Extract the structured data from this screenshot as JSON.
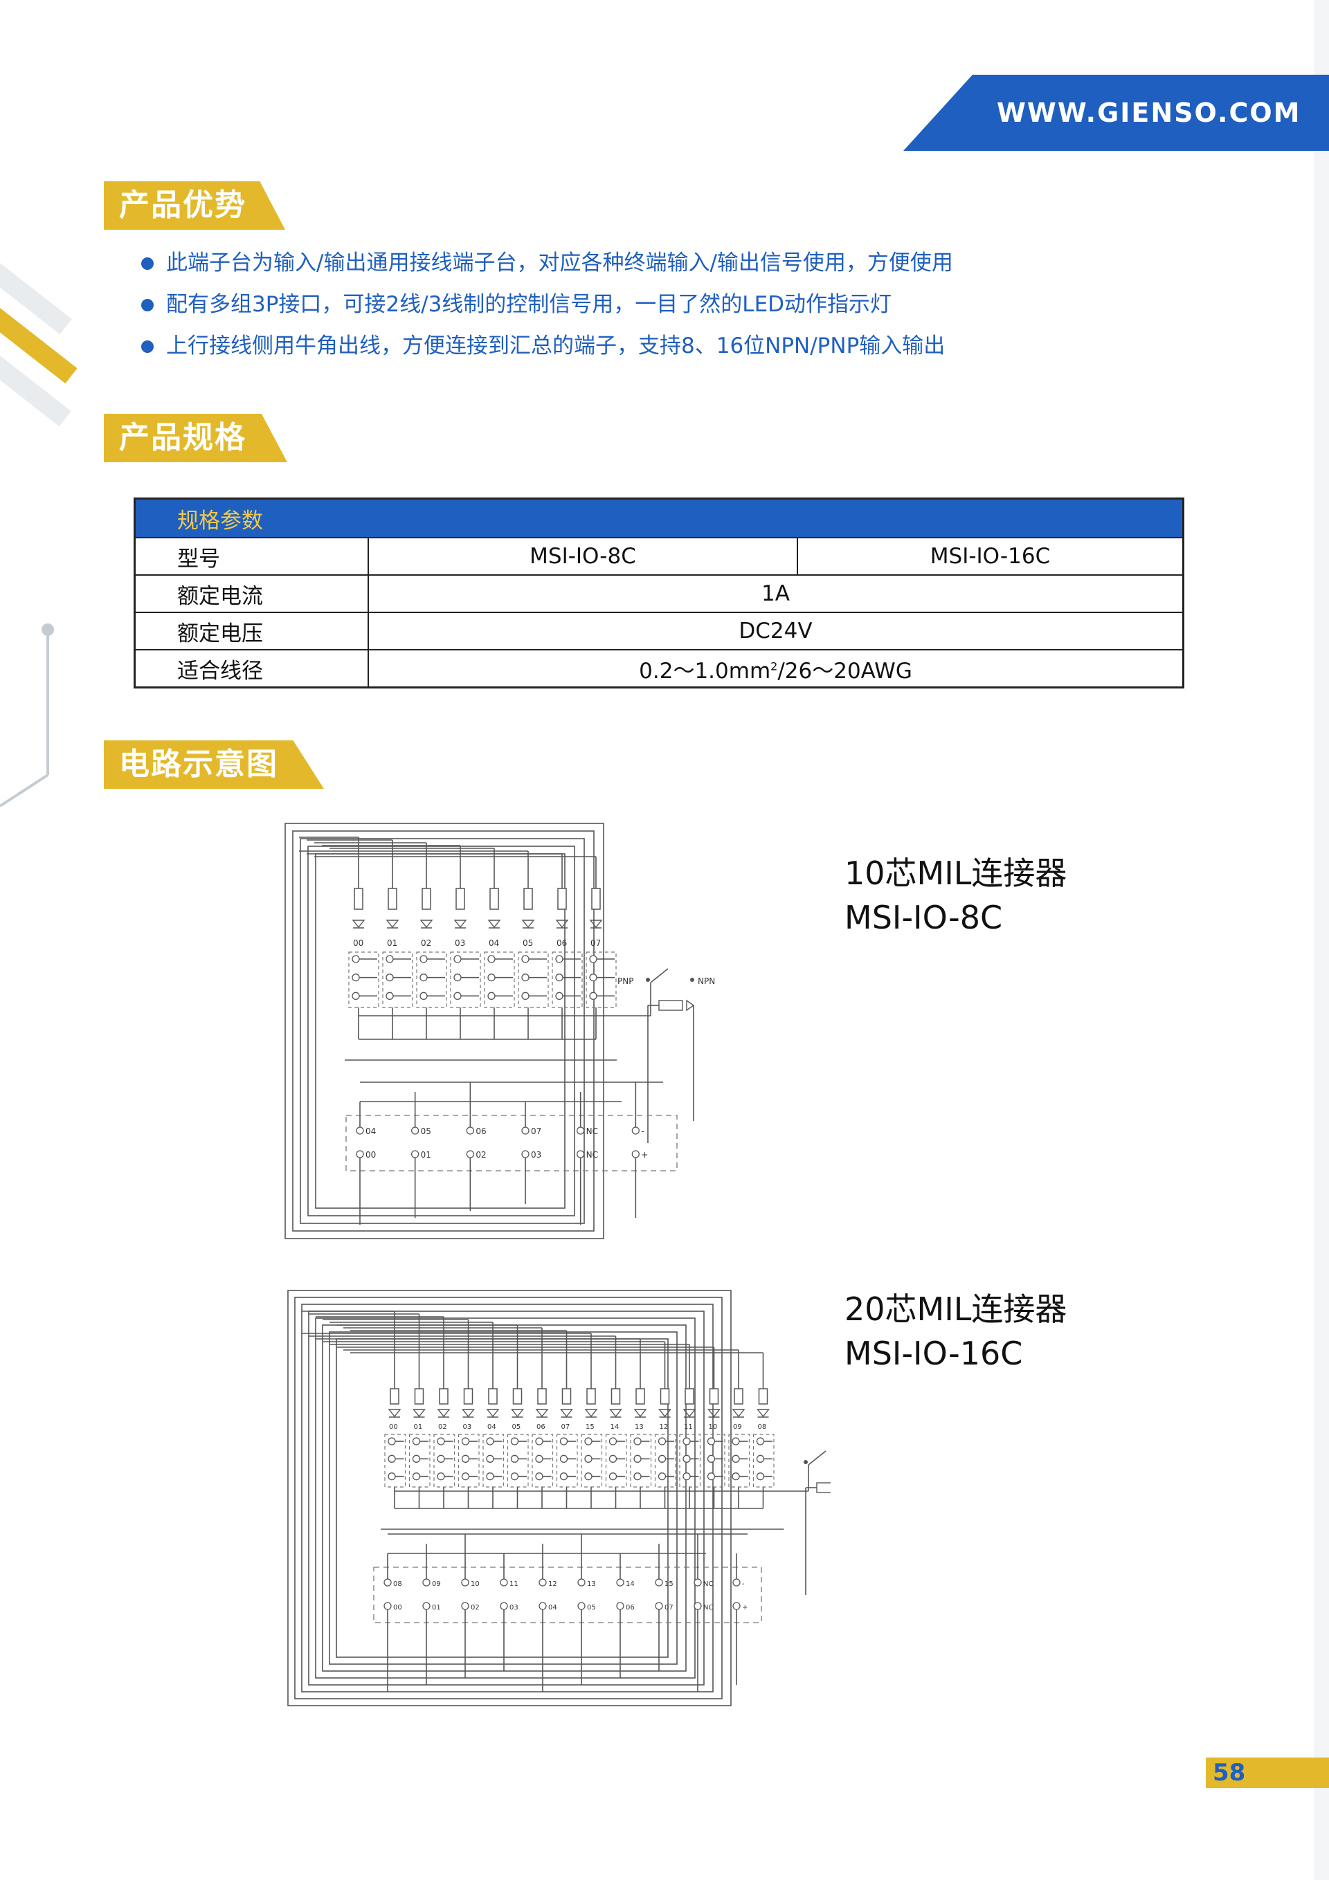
{
  "header": {
    "website": "WWW.GIENSO.COM"
  },
  "sections": {
    "advantages": {
      "title": "产品优势",
      "bullets": [
        "此端子台为输入/输出通用接线端子台，对应各种终端输入/输出信号使用，方便使用",
        "配有多组3P接口，可接2线/3线制的控制信号用，一目了然的LED动作指示灯",
        "上行接线侧用牛角出线，方便连接到汇总的端子，支持8、16位NPN/PNP输入输出"
      ]
    },
    "specs": {
      "title": "产品规格",
      "table": {
        "header": "规格参数",
        "rows": [
          {
            "label": "型号",
            "values": [
              "MSI-IO-8C",
              "MSI-IO-16C"
            ]
          },
          {
            "label": "额定电流",
            "value": "1A"
          },
          {
            "label": "额定电压",
            "value": "DC24V"
          },
          {
            "label": "适合线径",
            "value_pre": "0.2～1.0mm",
            "value_sup": "2",
            "value_post": "/26～20AWG"
          }
        ]
      }
    },
    "circuit": {
      "title": "电路示意图",
      "diagram1": {
        "line1": "10芯MIL连接器",
        "line2": "MSI-IO-8C",
        "channel_labels": [
          "00",
          "01",
          "02",
          "03",
          "04",
          "05",
          "06",
          "07"
        ],
        "pnp_label": "PNP",
        "npn_label": "NPN",
        "connector_top": [
          "04",
          "05",
          "06",
          "07",
          "NC",
          "-"
        ],
        "connector_bottom": [
          "00",
          "01",
          "02",
          "03",
          "NC",
          "+"
        ]
      },
      "diagram2": {
        "line1": "20芯MIL连接器",
        "line2": "MSI-IO-16C",
        "channel_labels": [
          "00",
          "01",
          "02",
          "03",
          "04",
          "05",
          "06",
          "07",
          "15",
          "14",
          "13",
          "12",
          "11",
          "10",
          "09",
          "08"
        ],
        "connector_top": [
          "08",
          "09",
          "10",
          "11",
          "12",
          "13",
          "14",
          "15",
          "NC",
          "-"
        ],
        "connector_bottom": [
          "00",
          "01",
          "02",
          "03",
          "04",
          "05",
          "06",
          "07",
          "NC",
          "+"
        ]
      }
    }
  },
  "page": {
    "number": "58"
  },
  "colors": {
    "brand_blue": "#1f5fbf",
    "accent_yellow": "#e3b92b"
  }
}
